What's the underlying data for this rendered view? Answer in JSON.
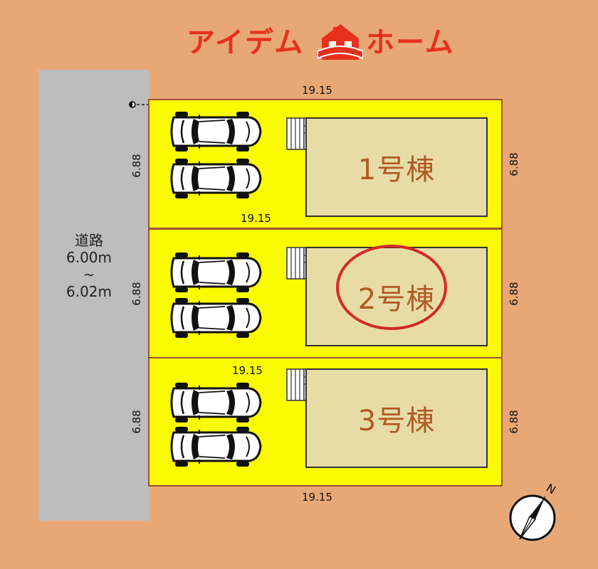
{
  "logo": {
    "left": "アイデム",
    "right": "ホーム"
  },
  "road": {
    "label": "道路",
    "width_from": "6.00m",
    "tilde": "~",
    "width_to": "6.02m"
  },
  "lots": [
    {
      "label": "1号棟",
      "frontage": "19.15",
      "depth": "6.88",
      "highlighted": false
    },
    {
      "label": "2号棟",
      "frontage": "19.15",
      "depth": "6.88",
      "highlighted": true
    },
    {
      "label": "3号棟",
      "frontage": "19.15",
      "depth": "6.88",
      "highlighted": false
    }
  ],
  "dimensions": {
    "top": "19.15",
    "between_1_2": "19.15",
    "between_2_3": "19.15",
    "bottom": "19.15",
    "lot1_left": "6.88",
    "lot1_right": "6.88",
    "lot2_left": "6.88",
    "lot2_right": "6.88",
    "lot3_left": "6.88",
    "lot3_right": "6.88"
  },
  "compass": {
    "north_label": "N"
  },
  "colors": {
    "background": "#E8A876",
    "lot_fill": "#FAFA00",
    "house_fill": "#E8DCA6",
    "road_fill": "#BDBDBD",
    "logo_red": "#E8301E",
    "highlight_circle": "#D42A2A",
    "house_label": "#B05A26"
  }
}
